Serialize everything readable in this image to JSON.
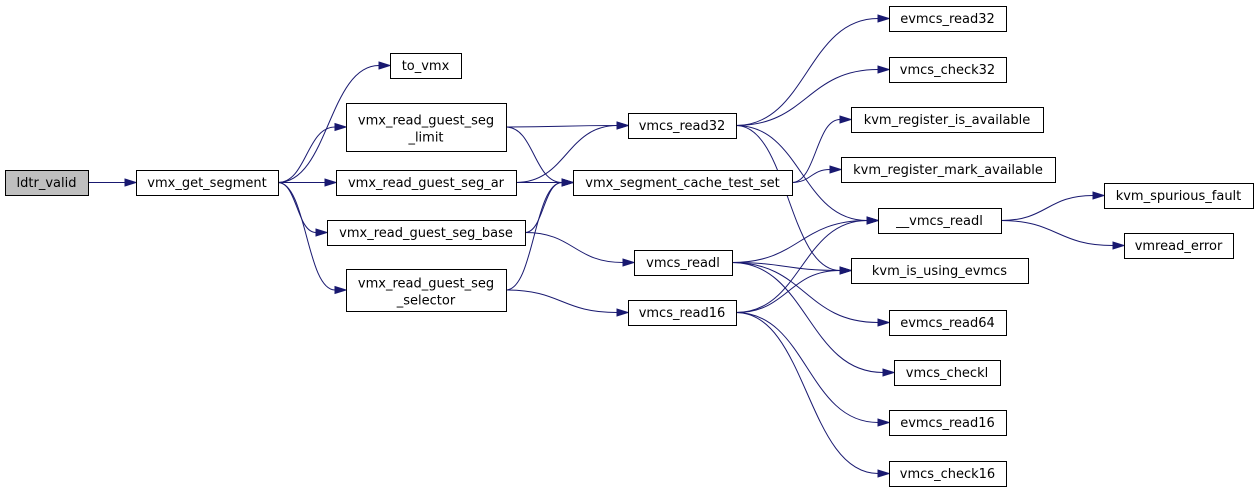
{
  "graph": {
    "colors": {
      "edge": "#191970",
      "root_fill": "#bfbfbf",
      "node_fill": "#ffffff",
      "border": "#000000"
    },
    "nodes": {
      "ldtr_valid": {
        "label": "ldtr_valid",
        "root": true
      },
      "vmx_get_segment": {
        "label": "vmx_get_segment"
      },
      "to_vmx": {
        "label": "to_vmx"
      },
      "vmx_read_guest_seg_limit": {
        "label_lines": [
          "vmx_read_guest_seg",
          "_limit"
        ]
      },
      "vmx_read_guest_seg_ar": {
        "label": "vmx_read_guest_seg_ar"
      },
      "vmx_read_guest_seg_base": {
        "label": "vmx_read_guest_seg_base"
      },
      "vmx_read_guest_seg_selector": {
        "label_lines": [
          "vmx_read_guest_seg",
          "_selector"
        ]
      },
      "vmcs_read32": {
        "label": "vmcs_read32"
      },
      "vmx_segment_cache_test_set": {
        "label": "vmx_segment_cache_test_set"
      },
      "vmcs_readl": {
        "label": "vmcs_readl"
      },
      "vmcs_read16": {
        "label": "vmcs_read16"
      },
      "evmcs_read32": {
        "label": "evmcs_read32"
      },
      "vmcs_check32": {
        "label": "vmcs_check32"
      },
      "kvm_register_is_available": {
        "label": "kvm_register_is_available"
      },
      "kvm_register_mark_available": {
        "label": "kvm_register_mark_available"
      },
      "__vmcs_readl": {
        "label": "__vmcs_readl"
      },
      "kvm_is_using_evmcs": {
        "label": "kvm_is_using_evmcs"
      },
      "evmcs_read64": {
        "label": "evmcs_read64"
      },
      "vmcs_checkl": {
        "label": "vmcs_checkl"
      },
      "evmcs_read16": {
        "label": "evmcs_read16"
      },
      "vmcs_check16": {
        "label": "vmcs_check16"
      },
      "kvm_spurious_fault": {
        "label": "kvm_spurious_fault"
      },
      "vmread_error": {
        "label": "vmread_error"
      }
    },
    "edges": [
      [
        "ldtr_valid",
        "vmx_get_segment"
      ],
      [
        "vmx_get_segment",
        "to_vmx"
      ],
      [
        "vmx_get_segment",
        "vmx_read_guest_seg_limit"
      ],
      [
        "vmx_get_segment",
        "vmx_read_guest_seg_ar"
      ],
      [
        "vmx_get_segment",
        "vmx_read_guest_seg_base"
      ],
      [
        "vmx_get_segment",
        "vmx_read_guest_seg_selector"
      ],
      [
        "vmx_read_guest_seg_limit",
        "vmcs_read32"
      ],
      [
        "vmx_read_guest_seg_limit",
        "vmx_segment_cache_test_set"
      ],
      [
        "vmx_read_guest_seg_ar",
        "vmcs_read32"
      ],
      [
        "vmx_read_guest_seg_ar",
        "vmx_segment_cache_test_set"
      ],
      [
        "vmx_read_guest_seg_base",
        "vmx_segment_cache_test_set"
      ],
      [
        "vmx_read_guest_seg_base",
        "vmcs_readl"
      ],
      [
        "vmx_read_guest_seg_selector",
        "vmx_segment_cache_test_set"
      ],
      [
        "vmx_read_guest_seg_selector",
        "vmcs_read16"
      ],
      [
        "vmcs_read32",
        "evmcs_read32"
      ],
      [
        "vmcs_read32",
        "vmcs_check32"
      ],
      [
        "vmcs_read32",
        "__vmcs_readl"
      ],
      [
        "vmcs_read32",
        "kvm_is_using_evmcs"
      ],
      [
        "vmx_segment_cache_test_set",
        "kvm_register_is_available"
      ],
      [
        "vmx_segment_cache_test_set",
        "kvm_register_mark_available"
      ],
      [
        "vmcs_readl",
        "__vmcs_readl"
      ],
      [
        "vmcs_readl",
        "kvm_is_using_evmcs"
      ],
      [
        "vmcs_readl",
        "evmcs_read64"
      ],
      [
        "vmcs_readl",
        "vmcs_checkl"
      ],
      [
        "vmcs_read16",
        "__vmcs_readl"
      ],
      [
        "vmcs_read16",
        "kvm_is_using_evmcs"
      ],
      [
        "vmcs_read16",
        "evmcs_read16"
      ],
      [
        "vmcs_read16",
        "vmcs_check16"
      ],
      [
        "__vmcs_readl",
        "kvm_spurious_fault"
      ],
      [
        "__vmcs_readl",
        "vmread_error"
      ]
    ]
  }
}
